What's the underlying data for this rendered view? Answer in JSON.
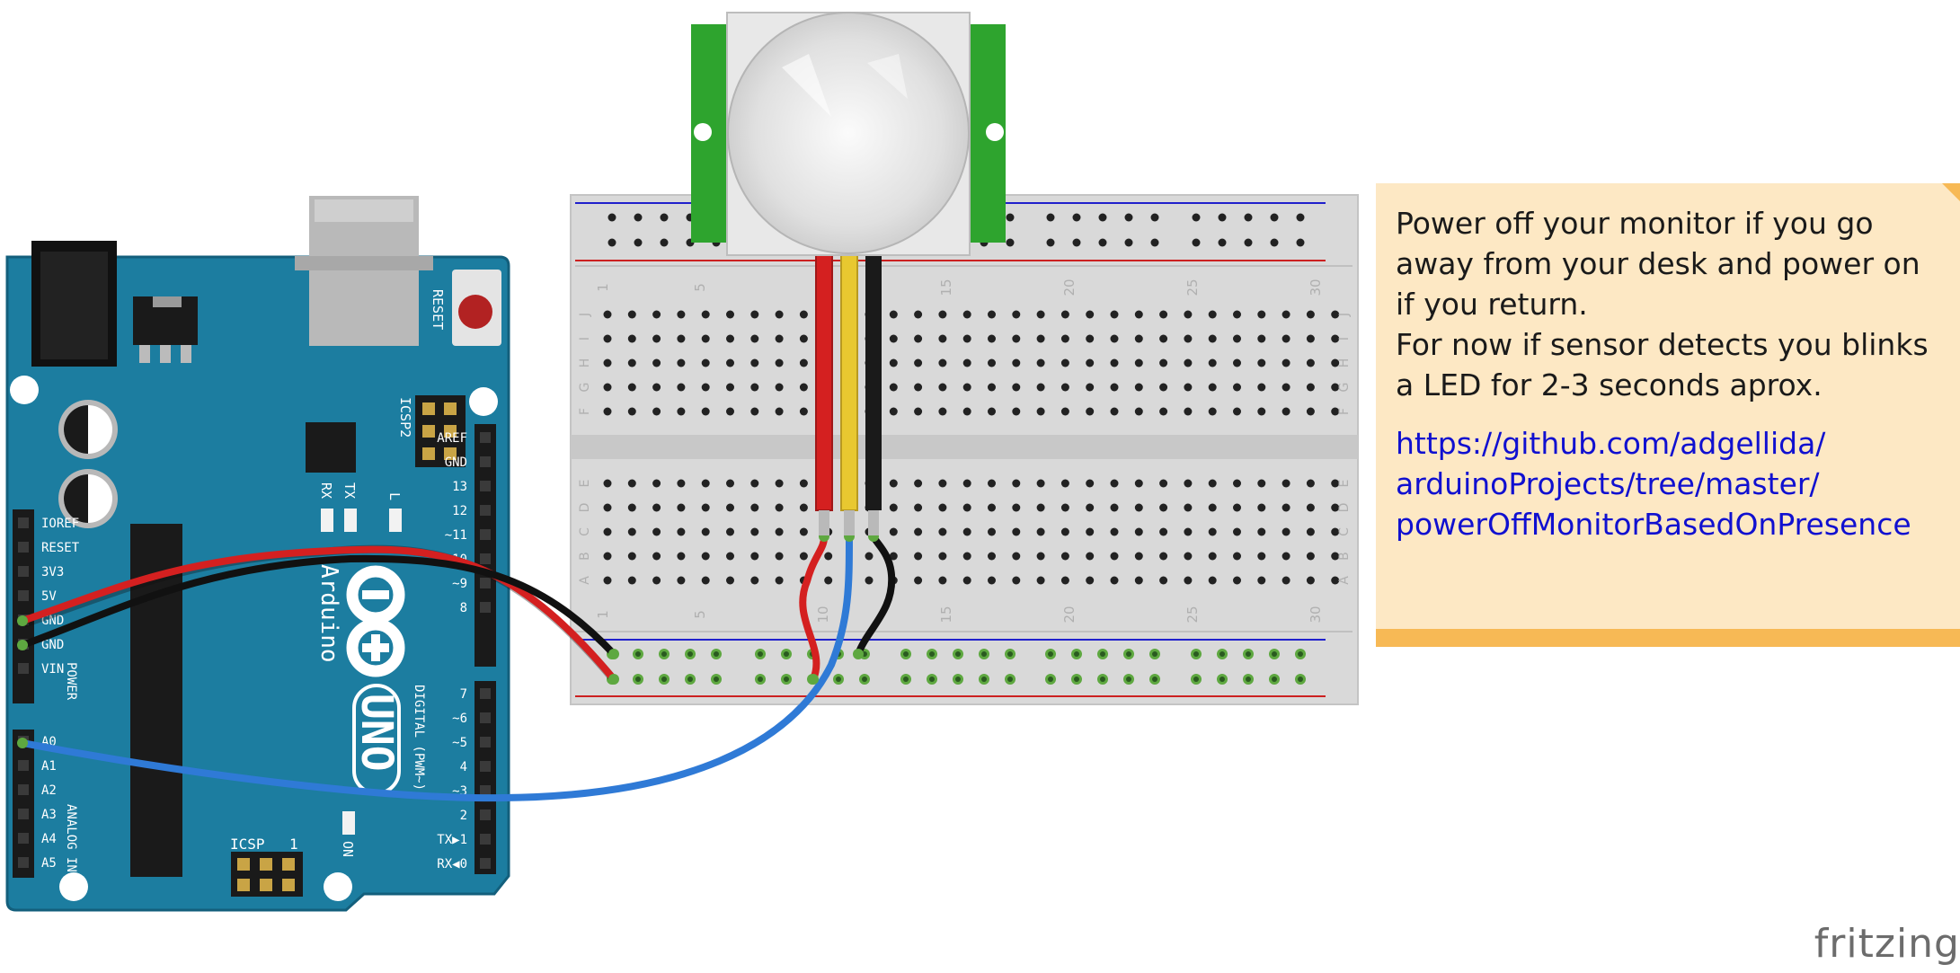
{
  "arduino": {
    "brand": "Arduino",
    "model": "UNO",
    "reset_label": "RESET",
    "icsp2_label": "ICSP2",
    "icsp_label": "ICSP",
    "icsp_pin1": "1",
    "rx_label": "RX",
    "tx_label": "TX",
    "l_label": "L",
    "on_label": "ON",
    "power_header_label": "POWER",
    "analog_header_label": "ANALOG IN",
    "digital_header_label": "DIGITAL (PWM~)",
    "power_pins": [
      "IOREF",
      "RESET",
      "3V3",
      "5V",
      "GND",
      "GND",
      "VIN"
    ],
    "analog_pins": [
      "A0",
      "A1",
      "A2",
      "A3",
      "A4",
      "A5"
    ],
    "digital_top_pins": [
      "AREF",
      "GND",
      "13",
      "12",
      "~11",
      "~10",
      "~9",
      "8"
    ],
    "digital_bottom_pins": [
      "7",
      "~6",
      "~5",
      "4",
      "~3",
      "2",
      "TX▶1",
      "RX◀0"
    ],
    "colors": {
      "board": "#1c7da0",
      "board_dark": "#135f7c"
    }
  },
  "breadboard": {
    "column_numbers": [
      "1",
      "5",
      "10",
      "15",
      "20",
      "25",
      "30"
    ],
    "row_letters_top": [
      "J",
      "I",
      "H",
      "G",
      "F"
    ],
    "row_letters_bottom": [
      "E",
      "D",
      "C",
      "B",
      "A"
    ],
    "colors": {
      "body": "#d9d9d9",
      "rail_red": "#cc2020",
      "rail_blue": "#2020cc",
      "hole": "#222222"
    }
  },
  "sensor": {
    "colors": {
      "pcb": "#2ea42e",
      "dome": "#e4e4e4"
    }
  },
  "wires": [
    {
      "color": "#d42020"
    },
    {
      "color": "#111111"
    },
    {
      "color": "#2f7ad6"
    },
    {
      "color": "#e8c830"
    }
  ],
  "note": {
    "text": "Power off your monitor if you go\naway from your desk and power on\nif you return.\nFor now if sensor detects you blinks\na LED for 2-3 seconds aprox.",
    "link": "https://github.com/adgellida/\narduinoProjects/tree/master/\npowerOffMonitorBasedOnPresence",
    "colors": {
      "background": "#fde8c4",
      "stripe": "#f7b955",
      "link": "#1010d0"
    }
  },
  "brand": "fritzing"
}
